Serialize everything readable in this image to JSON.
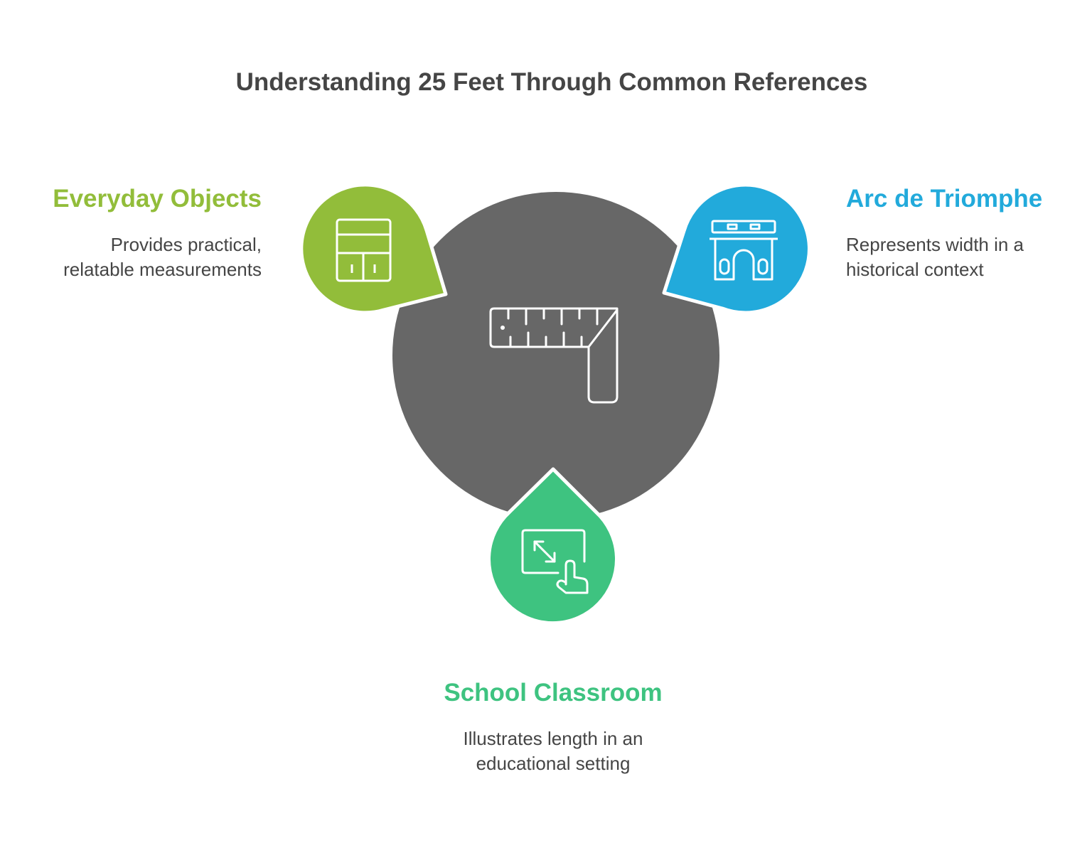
{
  "title": "Understanding 25 Feet Through Common References",
  "colors": {
    "center": "#676767",
    "everyday": "#92bd3a",
    "arc": "#22aadb",
    "classroom": "#3ec380",
    "text": "#454545"
  },
  "nodes": {
    "center": {
      "icon": "carpenter-square-ruler-icon"
    },
    "everyday": {
      "title": "Everyday Objects",
      "desc_line1": "Provides practical,",
      "desc_line2": "relatable measurements",
      "icon": "cabinet-icon"
    },
    "arc": {
      "title": "Arc de Triomphe",
      "desc_line1": "Represents width in a",
      "desc_line2": "historical context",
      "icon": "arch-monument-icon"
    },
    "classroom": {
      "title": "School Classroom",
      "desc_line1": "Illustrates length in an",
      "desc_line2": "educational setting",
      "icon": "touchscreen-resize-icon"
    }
  }
}
